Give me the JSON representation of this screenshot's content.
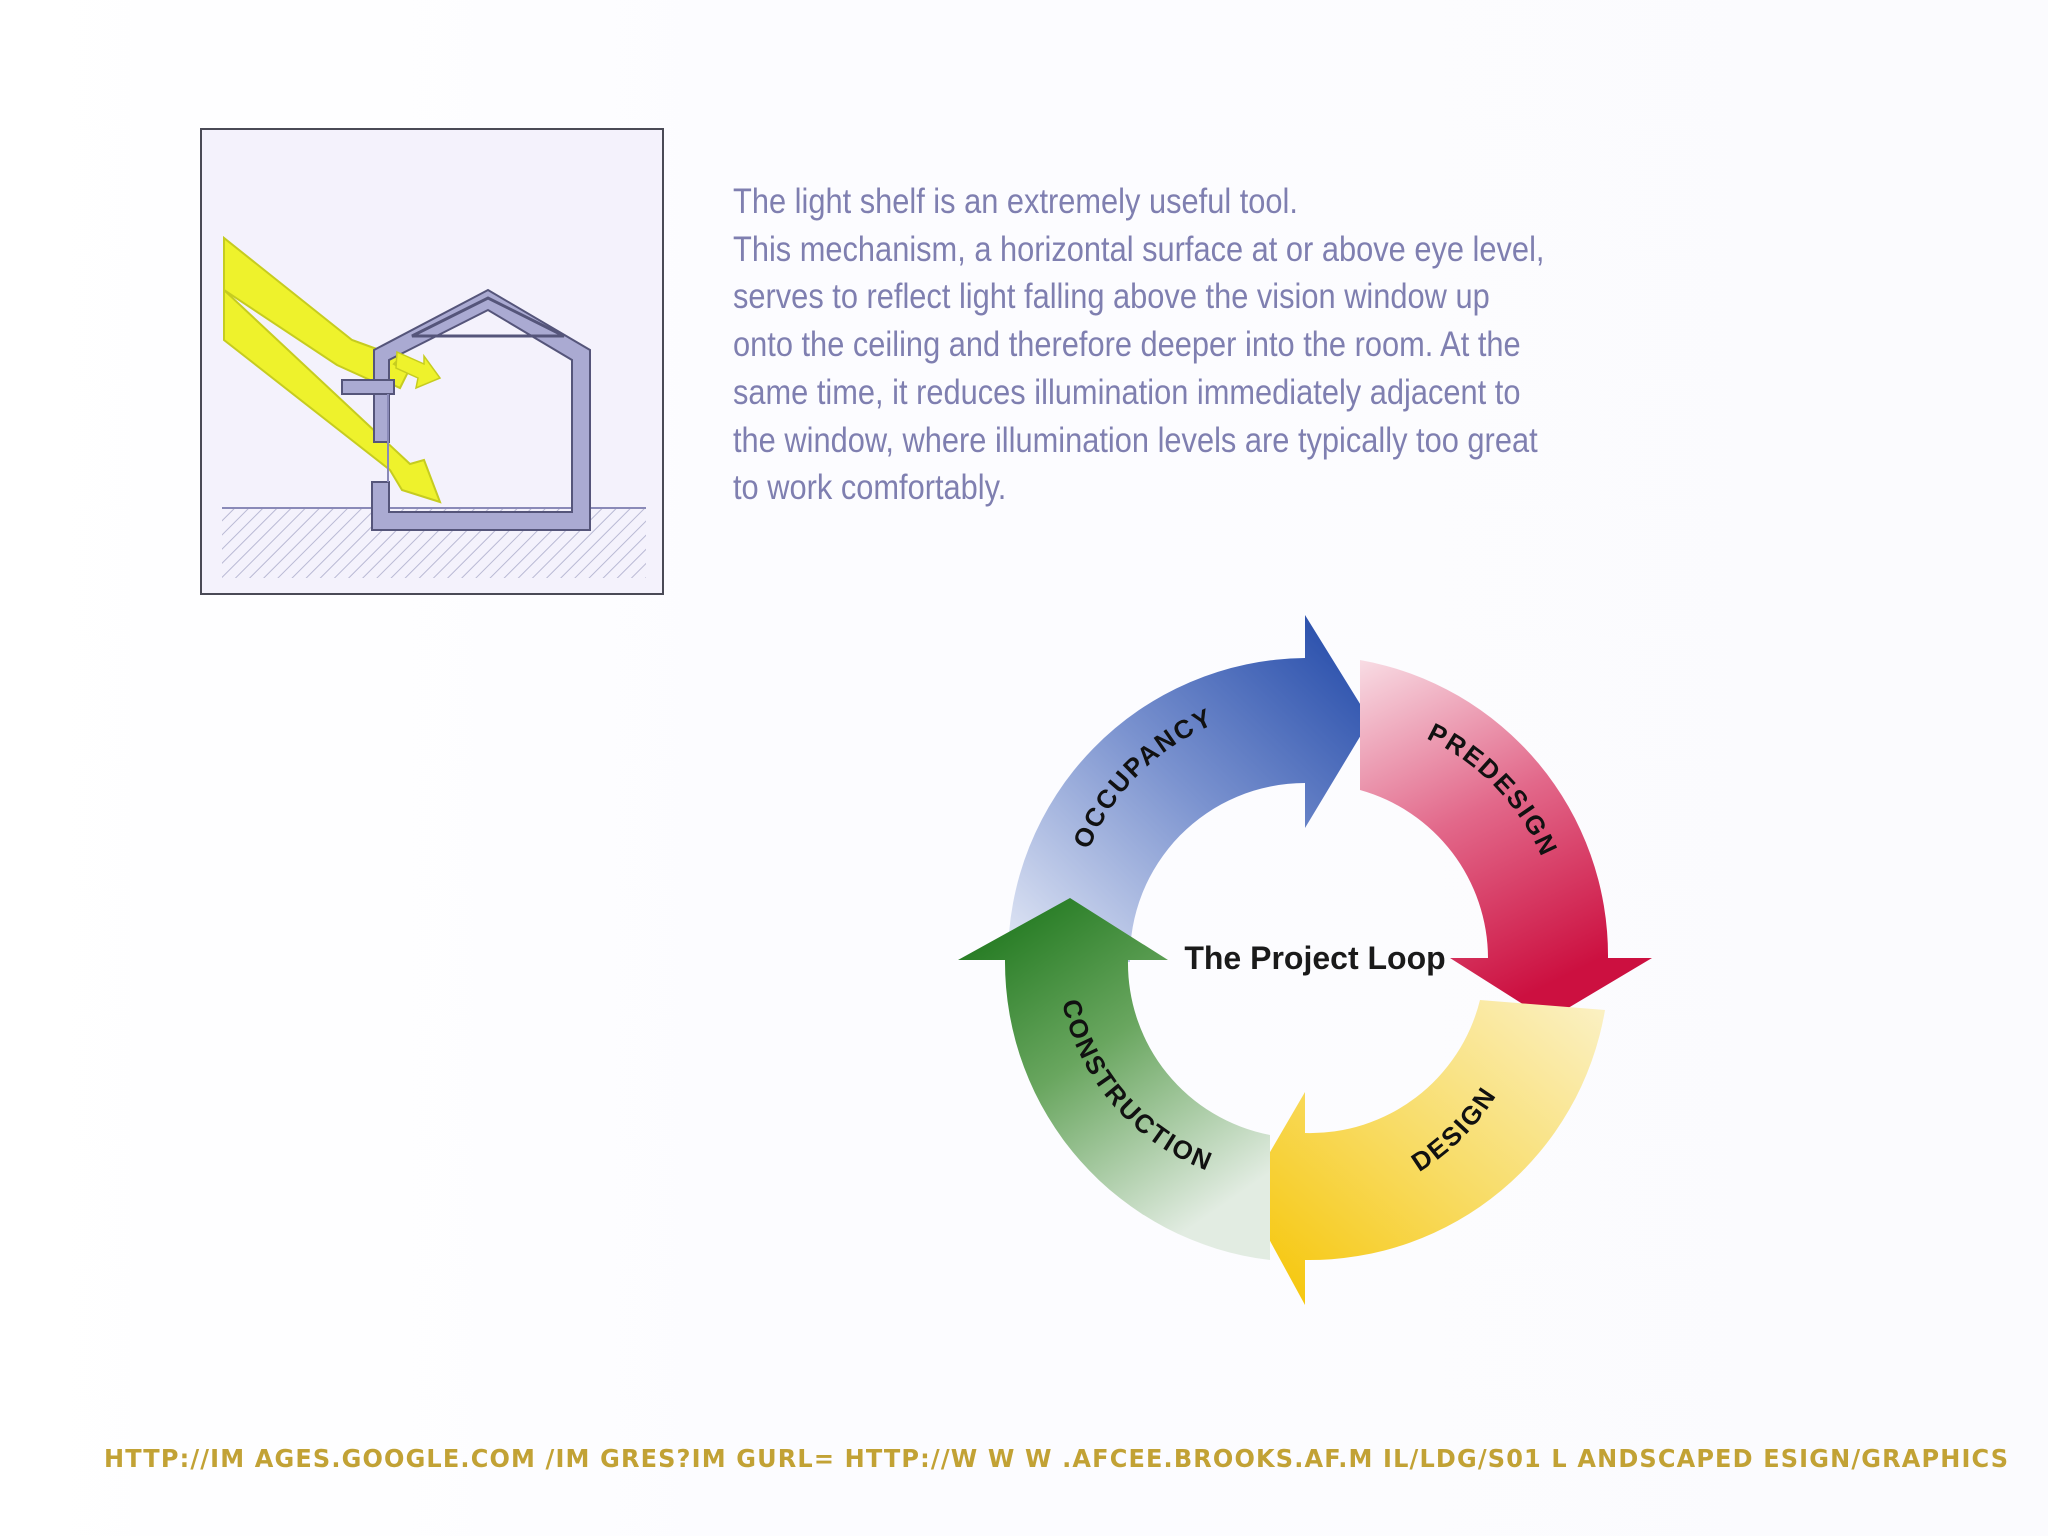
{
  "text": {
    "lines": [
      "The light shelf is an extremely useful tool.",
      "This mechanism, a horizontal surface at or above eye level,",
      "serves to reflect light falling above the vision window up",
      "onto the ceiling and therefore deeper into the room. At the",
      "same time, it reduces illumination immediately adjacent to",
      "the window, where illumination levels are typically too great",
      "to work comfortably."
    ]
  },
  "loop": {
    "title": "The Project Loop",
    "segments": [
      {
        "label": "OCCUPANCY",
        "color": "#2a4fa8"
      },
      {
        "label": "PREDESIGN",
        "color": "#d01f45"
      },
      {
        "label": "DESIGN",
        "color": "#f5c918"
      },
      {
        "label": "CONSTRUCTION",
        "color": "#1f7a1f"
      }
    ]
  },
  "footer": {
    "url": "HTTP://IM AGES.GOOGLE.COM /IM GRES?IM GURL= HTTP://W W W .AFCEE.BROOKS.AF.M IL/LDG/S01 L ANDSCAPED ESIGN/GRAPHICS"
  },
  "colors": {
    "body_text": "#7f7fb0",
    "footer": "#c2a235",
    "light_beam": "#eef22c",
    "house": "#aaaad2"
  }
}
